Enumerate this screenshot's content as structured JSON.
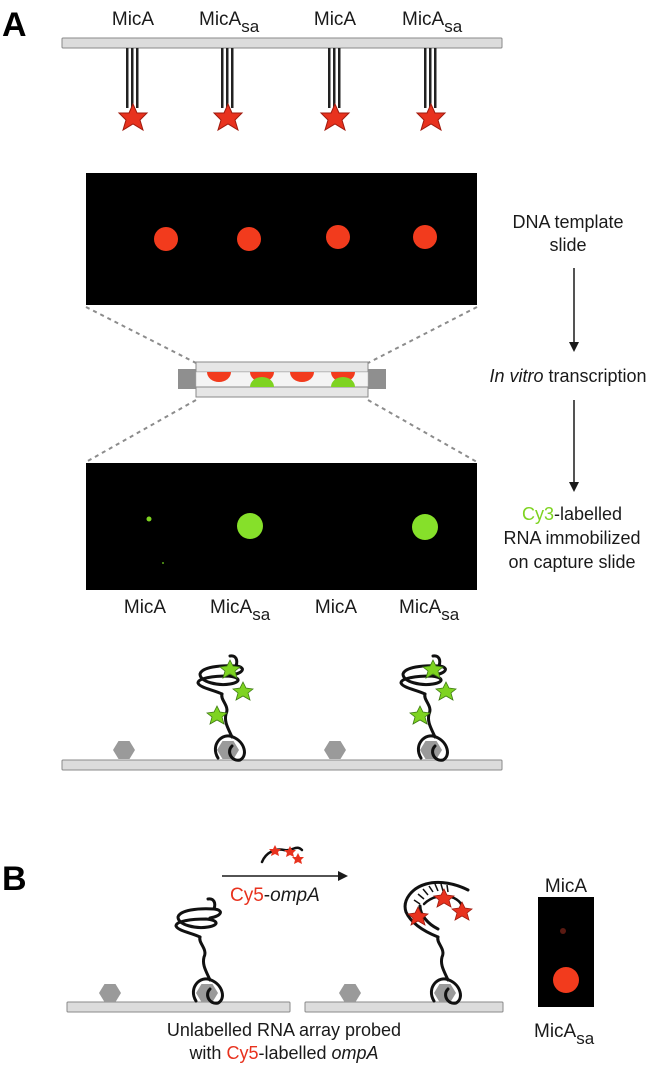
{
  "panel_a": {
    "letter": "A",
    "top_labels": [
      {
        "text": "MicA",
        "sub": ""
      },
      {
        "text": "MicA",
        "sub": "sa"
      },
      {
        "text": "MicA",
        "sub": ""
      },
      {
        "text": "MicA",
        "sub": "sa"
      }
    ],
    "steps": {
      "step1_line1": "DNA template",
      "step1_line2": "slide",
      "step2_italic": "In vitro",
      "step2_rest": " transcription",
      "step3_colored": "Cy3",
      "step3_rest": "-labelled",
      "step3_line2": "RNA immobilized",
      "step3_line3": "on capture slide"
    },
    "bottom_labels": [
      {
        "text": "MicA",
        "sub": ""
      },
      {
        "text": "MicA",
        "sub": "sa"
      },
      {
        "text": "MicA",
        "sub": ""
      },
      {
        "text": "MicA",
        "sub": "sa"
      }
    ]
  },
  "panel_b": {
    "letter": "B",
    "probe_colored": "Cy5",
    "probe_rest": "-",
    "probe_italic": "ompA",
    "caption_line1": "Unlabelled RNA array probed",
    "caption_with": "with ",
    "caption_colored": "Cy5",
    "caption_rest": "-labelled ",
    "caption_italic": "ompA",
    "result_top": "MicA",
    "result_bottom_main": "MicA",
    "result_bottom_sub": "sa"
  },
  "colors": {
    "cy3_green": "#7ed321",
    "cy5_red": "#e8321e",
    "slide_gray": "#dcdcdc",
    "scan_black": "#000000"
  }
}
